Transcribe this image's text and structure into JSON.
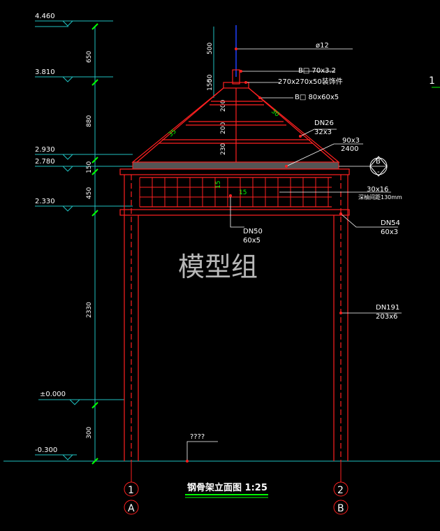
{
  "elevations": [
    "4.460",
    "3.810",
    "2.930",
    "2.780",
    "2.330",
    "±0.000",
    "-0.300"
  ],
  "dimensions": [
    "650",
    "880",
    "150",
    "450",
    "2330",
    "300"
  ],
  "top_dims": [
    "500",
    "50",
    "150",
    "200",
    "200",
    "230"
  ],
  "labels": {
    "rod": "ø12",
    "b_tube": "B□ 70x3.2",
    "plate": "270x270x50装饰件",
    "rafter": "B□ 80x60x5",
    "dn26": "DN26",
    "dn26_size": "32x3",
    "r90": "90x3",
    "r2400": "2400",
    "d30": "30x16",
    "d30_note": "深柚间距130mm",
    "dn54": "DN54",
    "dn54_size": "60x3",
    "dn50": "DN50",
    "dn50_size": "60x5",
    "dn191": "DN191",
    "dn191_size": "203x6",
    "ground_note": "????",
    "angle_left": "35",
    "angle_right": "30",
    "slat15a": "15",
    "slat15b": "15"
  },
  "callout_b": "B",
  "callout_b_sub": "-",
  "side_mark": "1",
  "title": "钢骨架立面图 1:25",
  "watermark": "模型组",
  "axes": [
    {
      "num": "1",
      "letter": "A"
    },
    {
      "num": "2",
      "letter": "B"
    }
  ],
  "colors": {
    "red": "#ff2020",
    "green": "#00ff00",
    "cyan": "#20c0c0",
    "blue": "#2040ff",
    "white": "#ffffff"
  }
}
